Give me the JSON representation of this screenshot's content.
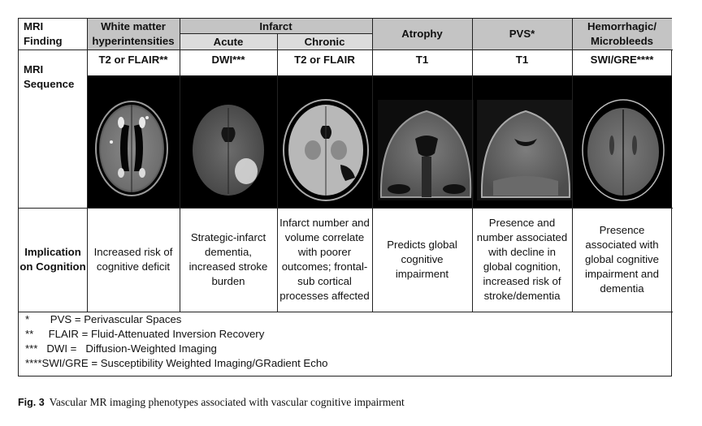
{
  "table": {
    "header": {
      "row_label": "MRI\nFinding",
      "white_matter": "White matter hyperintensities",
      "infarct": "Infarct",
      "acute": "Acute",
      "chronic": "Chronic",
      "atrophy": "Atrophy",
      "pvs": "PVS*",
      "hemorrhagic": "Hemorrhagic/ Microbleeds"
    },
    "sequence_row": {
      "label": "MRI Sequence",
      "values": [
        "T2 or FLAIR**",
        "DWI***",
        "T2 or FLAIR",
        "T1",
        "T1",
        "SWI/GRE****"
      ],
      "images": [
        "axial-flair-wmh",
        "axial-dwi-acute-infarct",
        "axial-flair-chronic-infarct",
        "coronal-t1-atrophy",
        "coronal-t1-pvs",
        "axial-swi-microbleeds"
      ]
    },
    "implication_row": {
      "label": "Implication on Cognition",
      "values": [
        "Increased risk of cognitive deficit",
        "Strategic-infarct dementia, increased stroke burden",
        "Infarct number and volume correlate with poorer outcomes; frontal-sub cortical processes affected",
        "Predicts global cognitive impairment",
        "Presence and number associated with decline in global cognition, increased risk of stroke/dementia",
        "Presence associated with global cognitive impairment and dementia"
      ]
    },
    "footnotes": [
      "*       PVS = Perivascular Spaces",
      "**     FLAIR = Fluid-Attenuated Inversion Recovery",
      "***   DWI =   Diffusion-Weighted Imaging",
      "****SWI/GRE = Susceptibility Weighted Imaging/GRadient Echo"
    ]
  },
  "caption": {
    "label": "Fig. 3",
    "text": "Vascular MR imaging phenotypes associated with vascular cognitive impairment"
  }
}
